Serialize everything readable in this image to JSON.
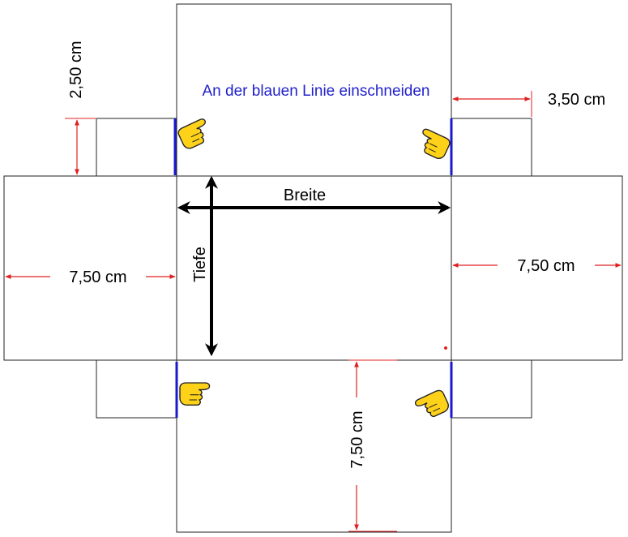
{
  "instruction": "An der blauen Linie einschneiden",
  "dimensions": {
    "flap_height": "2,50 cm",
    "flap_width": "3,50 cm",
    "side_left": "7,50 cm",
    "side_right": "7,50 cm",
    "bottom_height": "7,50 cm"
  },
  "axes": {
    "width": "Breite",
    "depth": "Tiefe"
  },
  "icons": {
    "pointing_hand": "pointing-hand-icon"
  },
  "colors": {
    "cut_line": "#1a1acc",
    "dimension": "#e02020",
    "instruction_text": "#2222cc",
    "hand_fill": "#ffd21a"
  }
}
